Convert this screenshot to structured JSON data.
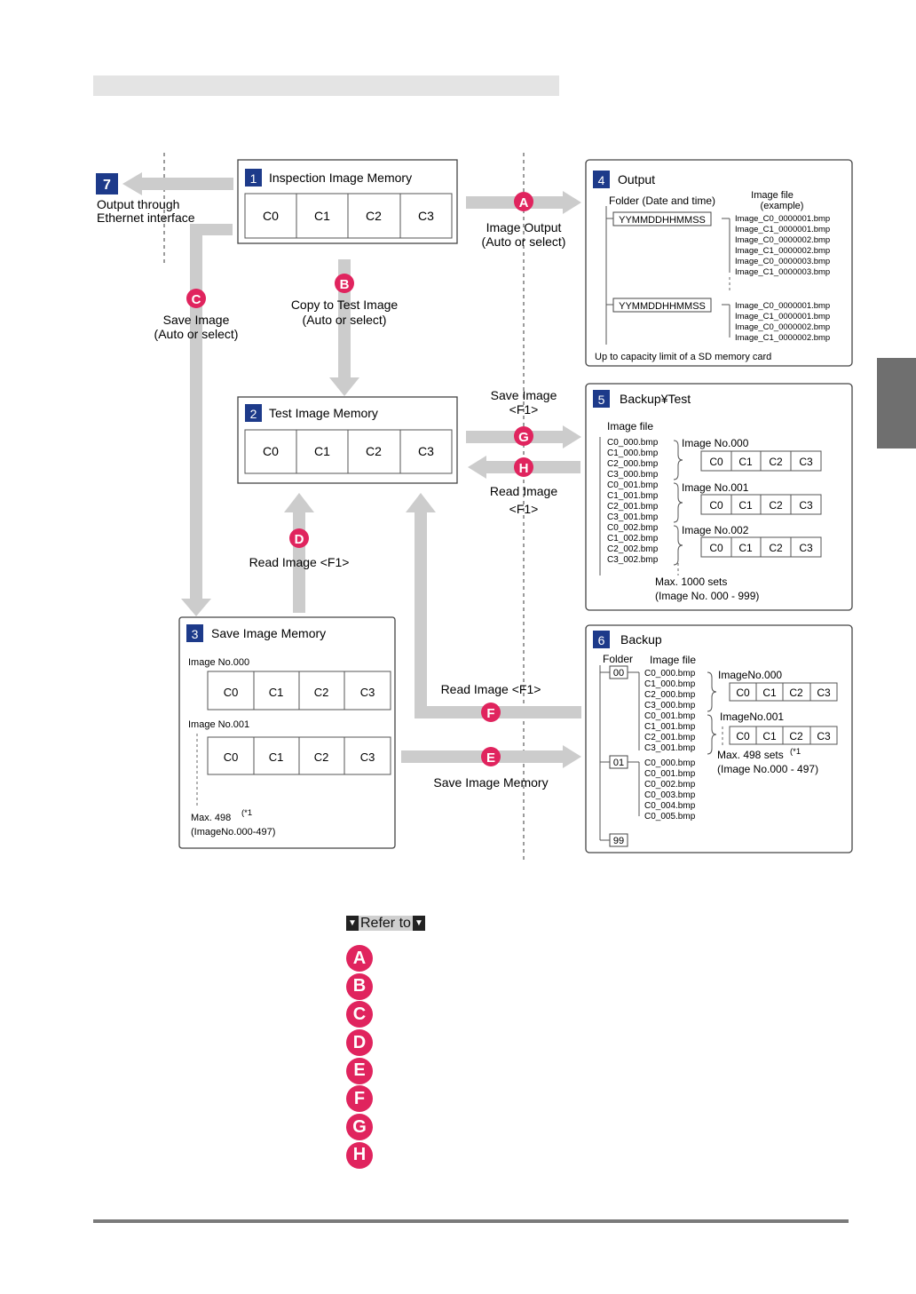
{
  "boxes": {
    "b1": {
      "num": "1",
      "title": "Inspection Image Memory",
      "cells": [
        "C0",
        "C1",
        "C2",
        "C3"
      ]
    },
    "b2": {
      "num": "2",
      "title": "Test Image Memory",
      "cells": [
        "C0",
        "C1",
        "C2",
        "C3"
      ]
    },
    "b3": {
      "num": "3",
      "title": "Save Image Memory",
      "img0": "Image No.000",
      "img1": "Image No.001",
      "cells": [
        "C0",
        "C1",
        "C2",
        "C3"
      ],
      "max1": "Max. 498",
      "sup": "(*1",
      "max2": "(ImageNo.000-497)"
    },
    "b4": {
      "num": "4",
      "title": "Output",
      "folder_label": "Folder (Date and time)",
      "file_label1": "Image file",
      "file_label2": "(example)",
      "folder1": "YYMMDDHHMMSS",
      "folder2": "YYMMDDHHMMSS",
      "files1": [
        "Image_C0_0000001.bmp",
        "Image_C1_0000001.bmp",
        "Image_C0_0000002.bmp",
        "Image_C1_0000002.bmp",
        "Image_C0_0000003.bmp",
        "Image_C1_0000003.bmp"
      ],
      "files2": [
        "Image_C0_0000001.bmp",
        "Image_C1_0000001.bmp",
        "Image_C0_0000002.bmp",
        "Image_C1_0000002.bmp"
      ],
      "limit": "Up to capacity limit of a SD memory card"
    },
    "b5": {
      "num": "5",
      "title": "Backup¥Test",
      "file_label": "Image file",
      "files": [
        "C0_000.bmp",
        "C1_000.bmp",
        "C2_000.bmp",
        "C3_000.bmp",
        "C0_001.bmp",
        "C1_001.bmp",
        "C2_001.bmp",
        "C3_001.bmp",
        "C0_002.bmp",
        "C1_002.bmp",
        "C2_002.bmp",
        "C3_002.bmp"
      ],
      "imgs": [
        "Image No.000",
        "Image No.001",
        "Image No.002"
      ],
      "cells": [
        "C0",
        "C1",
        "C2",
        "C3"
      ],
      "max1": "Max. 1000 sets",
      "max2": "(Image No. 000 - 999)"
    },
    "b6": {
      "num": "6",
      "title": "Backup",
      "folder_label": "Folder",
      "file_label": "Image file",
      "f00": "00",
      "f01": "01",
      "f99": "99",
      "files00": [
        "C0_000.bmp",
        "C1_000.bmp",
        "C2_000.bmp",
        "C3_000.bmp",
        "C0_001.bmp",
        "C1_001.bmp",
        "C2_001.bmp",
        "C3_001.bmp"
      ],
      "files01": [
        "C0_000.bmp",
        "C0_001.bmp",
        "C0_002.bmp",
        "C0_003.bmp",
        "C0_004.bmp",
        "C0_005.bmp"
      ],
      "imgs": [
        "ImageNo.000",
        "ImageNo.001"
      ],
      "cells": [
        "C0",
        "C1",
        "C2",
        "C3"
      ],
      "max1": "Max. 498 sets",
      "sup": "(*1",
      "max2": "(Image No.000 - 497)"
    },
    "b7": {
      "num": "7",
      "line1": "Output through",
      "line2": "Ethernet interface"
    }
  },
  "arrows": {
    "A": {
      "letter": "A",
      "line1": "Image Output",
      "line2": "(Auto or select)"
    },
    "B": {
      "letter": "B",
      "line1": "Copy to Test Image",
      "line2": "(Auto or select)"
    },
    "C": {
      "letter": "C",
      "line1": "Save Image",
      "line2": "(Auto or select)"
    },
    "D": {
      "letter": "D",
      "line1": "Read Image <F1>"
    },
    "E": {
      "letter": "E",
      "line1": "Save Image Memory"
    },
    "F": {
      "letter": "F",
      "line1": "Read Image <F1>"
    },
    "G": {
      "letter": "G",
      "line1": "Save Image",
      "line2": "<F1>"
    },
    "H": {
      "letter": "H",
      "line1": "Read Image",
      "line2": "<F1>"
    }
  },
  "refer": {
    "label": "Refer to",
    "items": [
      "A",
      "B",
      "C",
      "D",
      "E",
      "F",
      "G",
      "H"
    ]
  },
  "colors": {
    "accent": "#e0245e",
    "num_badge": "#1d3a8a",
    "arrow": "#cccccc"
  }
}
